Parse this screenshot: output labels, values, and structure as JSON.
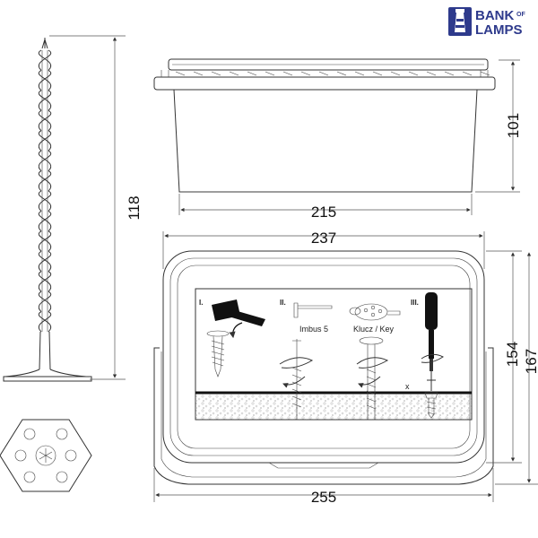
{
  "brand": {
    "line1": "BANK",
    "line1_small": "OF",
    "line2": "LAMPS",
    "color": "#2e3a8c"
  },
  "dimensions": {
    "anchor_height": "118",
    "box_height": "101",
    "box_width_top": "215",
    "lid_width": "237",
    "lid_height": "154",
    "total_height": "167",
    "total_width": "255"
  },
  "instructions": {
    "step1": "I.",
    "step2": "II.",
    "step3": "III.",
    "tool_imbus": "Imbus 5",
    "tool_key": "Klucz / Key",
    "mark_x": "x"
  },
  "icons": [
    "lighthouse-icon",
    "hammer-icon",
    "hex-key-icon",
    "key-tool-icon",
    "screwdriver-icon"
  ]
}
